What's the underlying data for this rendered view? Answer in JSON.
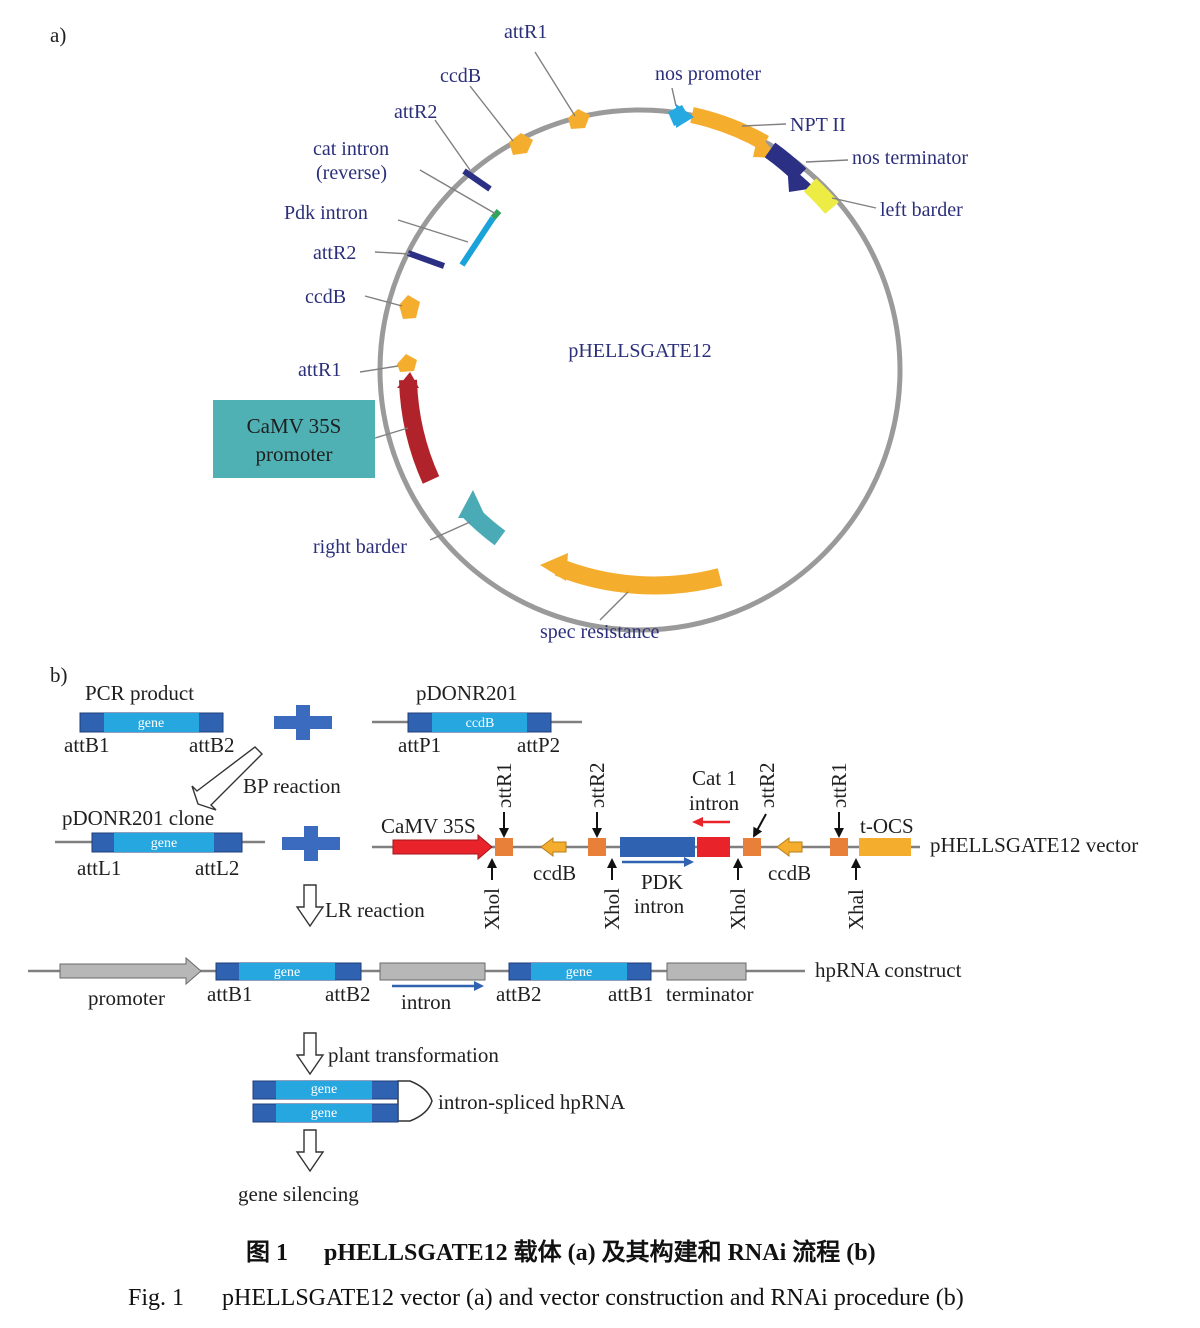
{
  "panel_a": {
    "label": "a)",
    "plasmid_name": "pHELLSGATE12",
    "features": {
      "attR1_top": "attR1",
      "ccdB_top": "ccdB",
      "attR2_top": "attR2",
      "cat_intron_1": "cat intron",
      "cat_intron_2": "(reverse)",
      "pdk_intron": "Pdk intron",
      "attR2_mid": "attR2",
      "ccdB_mid": "ccdB",
      "attR1_mid": "attR1",
      "camv_1": "CaMV 35S",
      "camv_2": "promoter",
      "right_border": "right barder",
      "spec": "spec resistance",
      "nos_promoter": "nos promoter",
      "npt": "NPT II",
      "nos_terminator": "nos terminator",
      "left_border": "left barder"
    }
  },
  "panel_b": {
    "label": "b)",
    "pcr_product": "PCR product",
    "gene": "gene",
    "attB1": "attB1",
    "attB2": "attB2",
    "pdonr": "pDONR201",
    "ccdB": "ccdB",
    "attP1": "attP1",
    "attP2": "attP2",
    "bp_reaction": "BP reaction",
    "pdonr_clone": "pDONR201 clone",
    "attL1": "attL1",
    "attL2": "attL2",
    "lr_reaction": "LR reaction",
    "camv": "CaMV 35S",
    "attR1": "ɔttR1",
    "attR2": "ɔttR2",
    "xhoi": "Xhol",
    "xhai": "Xhal",
    "cat1_1": "Cat 1",
    "cat1_2": "intron",
    "pdk_1": "PDK",
    "pdk_2": "intron",
    "tocs": "t-OCS",
    "vector_name": "pHELLSGATE12 vector",
    "promoter": "promoter",
    "intron": "intron",
    "terminator": "terminator",
    "hprna_construct": "hpRNA construct",
    "plant_transformation": "plant transformation",
    "intron_spliced": "intron-spliced hpRNA",
    "gene_silencing": "gene silencing"
  },
  "caption": {
    "cn_label": "图 1",
    "cn_text": "pHELLSGATE12 载体 (a) 及其构建和 RNAi 流程 (b)",
    "en_label": "Fig. 1",
    "en_text": "pHELLSGATE12 vector (a) and vector construction and RNAi procedure (b)"
  },
  "colors": {
    "backbone": "#9a9a9a",
    "label_text": "#2b2f7a",
    "orange": "#f5ad2e",
    "cyan": "#26a8e0",
    "navy": "#2b3085",
    "yellow": "#ecec45",
    "crimson": "#b0232b",
    "teal": "#4aabb6",
    "teal_box": "#4fb1b3",
    "gene_dark": "#2f62b0",
    "gene_light": "#27a7e0",
    "red": "#e8232a",
    "site_orange": "#e9803a",
    "gray_box": "#b7b7b7"
  }
}
